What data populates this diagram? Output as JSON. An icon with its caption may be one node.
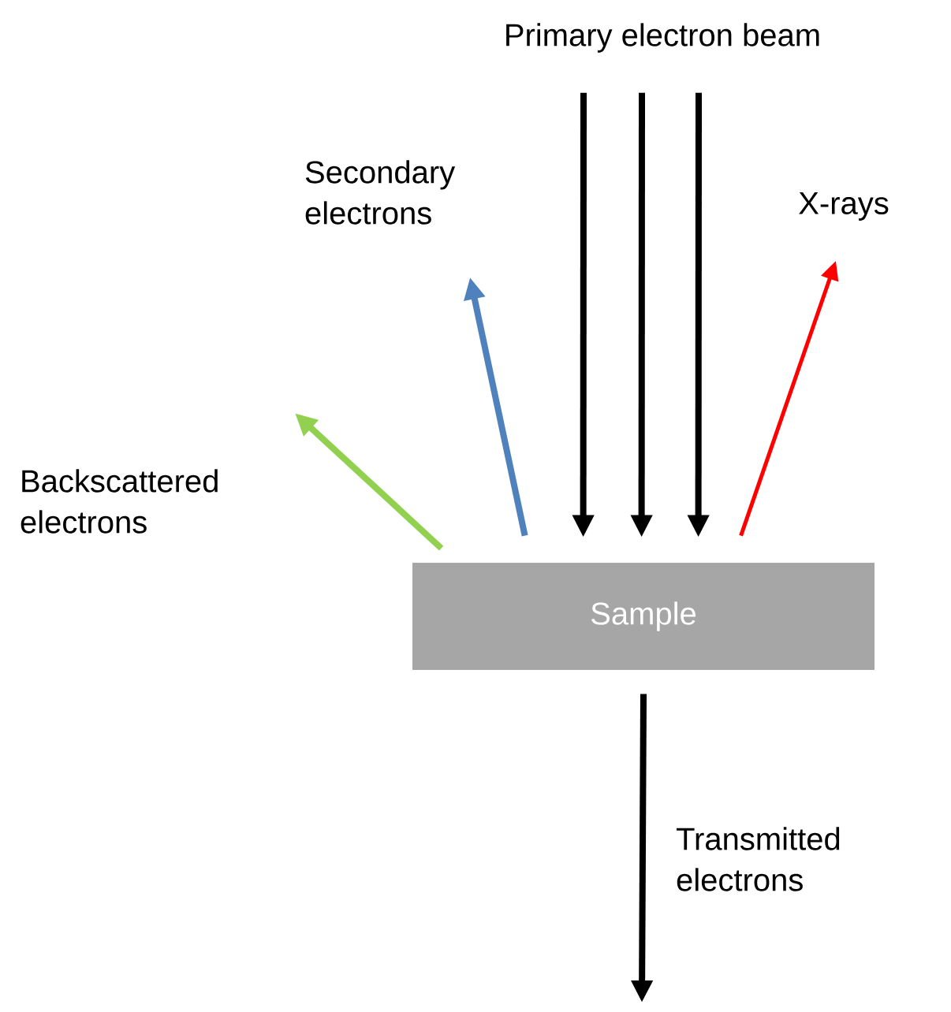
{
  "diagram": {
    "nodes": [
      {
        "text": [
          "Primary electron beam"
        ]
      },
      {
        "text": [
          "Secondary electrons"
        ]
      },
      {
        "text": [
          "X-rays"
        ]
      },
      {
        "text": [
          "Backscattered electrons"
        ]
      },
      {
        "text": [
          "Sample"
        ]
      }
    ],
    "edges": [
      {
        "from": 0,
        "to": 4,
        "arrow": "to"
      },
      {
        "from": 0,
        "to": 4,
        "arrow": "to"
      },
      {
        "from": 0,
        "to": 4,
        "arrow": "to"
      },
      {
        "from": 4,
        "to": 1,
        "arrow": "to",
        "color": "#4f81bd"
      },
      {
        "from": 4,
        "to": 2,
        "arrow": "to",
        "color": "#ff0000"
      },
      {
        "from": 4,
        "to": 3,
        "arrow": "to",
        "color": "#92d050"
      },
      {
        "from": 4,
        "to": null,
        "arrow": "to",
        "label": "Transmitted electrons"
      }
    ]
  }
}
